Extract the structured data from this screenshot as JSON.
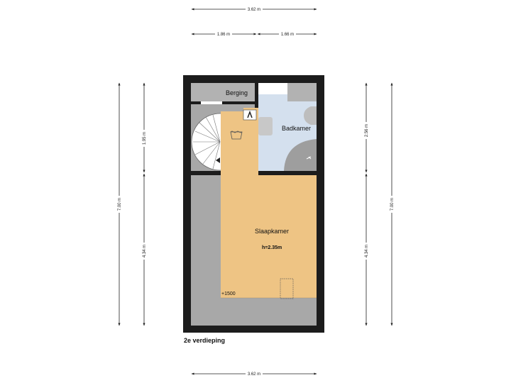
{
  "floor_title": "2e verdieping",
  "rooms": {
    "berging": "Berging",
    "badkamer": "Badkamer",
    "slaapkamer": "Slaapkamer",
    "slaapkamer_height": "h=2.35m"
  },
  "level_marker": "+1500",
  "dimensions": {
    "top_total": "3.62 m",
    "top_left": "1.86 m",
    "top_right": "1.66 m",
    "bottom_total": "3.62 m",
    "left_total": "7.00 m",
    "left_upper": "1.95 m",
    "left_lower": "4.34 m",
    "right_upper": "2.56 m",
    "right_lower": "4.34 m",
    "right_total": "7.00 m"
  },
  "icons": {
    "laundry": "laundry-symbol-icon",
    "toilet": "toilet-icon",
    "shower": "shower-icon",
    "stairs": "spiral-staircase-icon",
    "hatch": "roof-hatch-icon"
  },
  "colors": {
    "wall": "#1c1c1c",
    "bedroom": "#eec484",
    "bathroom": "#d4e0ee",
    "storage": "#b2b2b2",
    "unusable": "#a8a8a8",
    "dimension": "#222222"
  }
}
